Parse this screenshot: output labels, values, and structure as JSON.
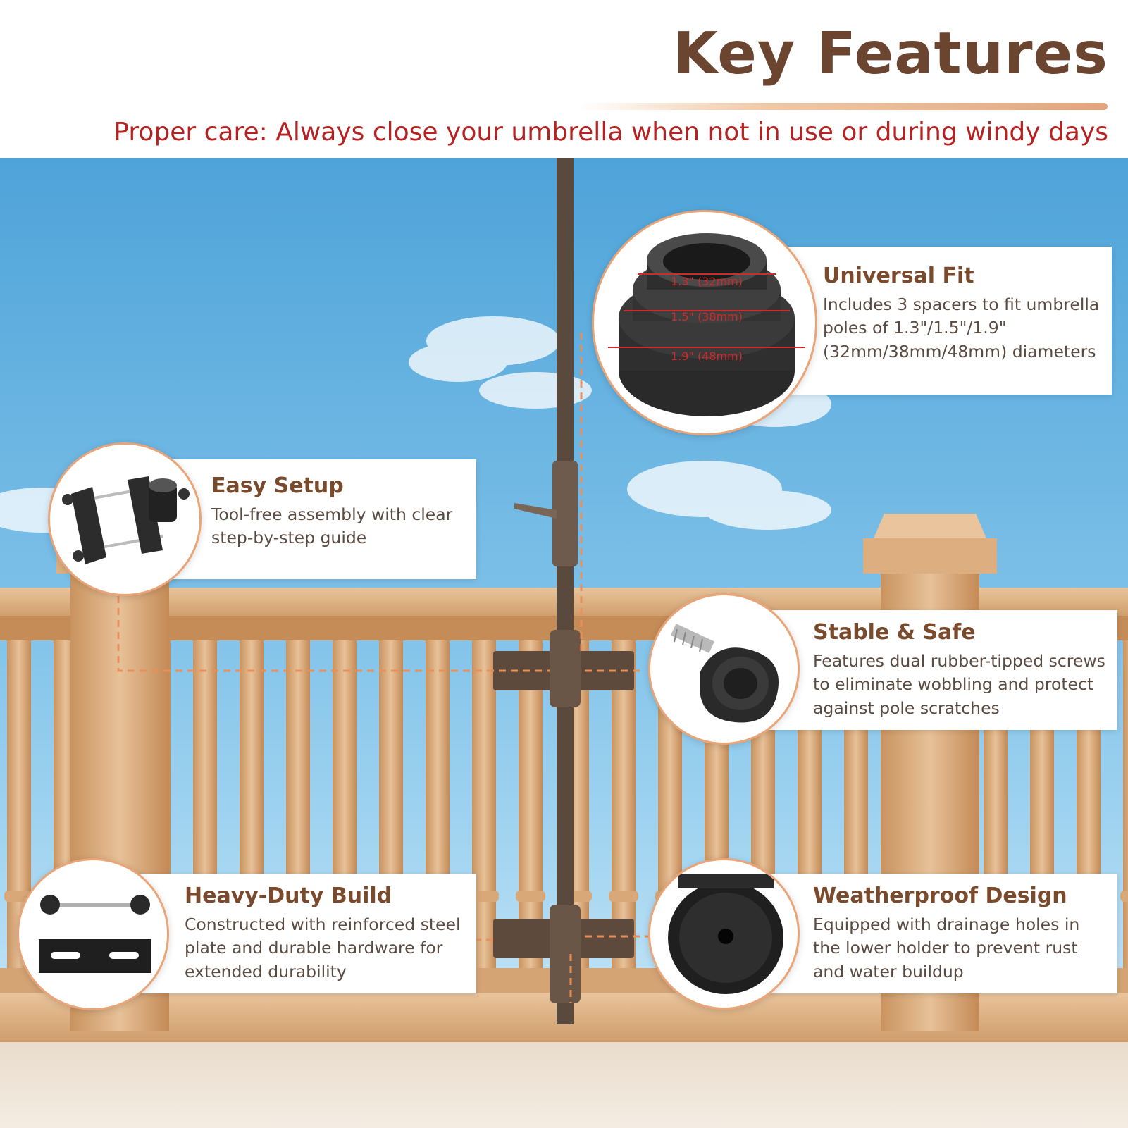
{
  "header": {
    "title": "Key Features",
    "subtitle": "Proper care: Always close your umbrella when not in use or during windy days"
  },
  "colors": {
    "title": "#6b4530",
    "subtitle": "#b52222",
    "accent": "#e9a478",
    "heading": "#7a4a2c"
  },
  "features": {
    "universal_fit": {
      "title": "Universal Fit",
      "desc": "Includes 3 spacers to fit umbrella poles of 1.3\"/1.5\"/1.9\" (32mm/38mm/48mm) diameters",
      "dims": [
        "1.3\" (32mm)",
        "1.5\" (38mm)",
        "1.9\" (48mm)"
      ]
    },
    "easy_setup": {
      "title": "Easy Setup",
      "desc": "Tool-free assembly with clear step-by-step guide"
    },
    "stable_safe": {
      "title": "Stable & Safe",
      "desc": "Features dual rubber-tipped screws to eliminate wobbling and protect against pole scratches"
    },
    "heavy_duty": {
      "title": "Heavy-Duty Build",
      "desc": "Constructed with reinforced steel plate and durable hardware for extended durability"
    },
    "weatherproof": {
      "title": "Weatherproof Design",
      "desc": "Equipped with drainage holes in the lower holder to prevent rust and water buildup"
    }
  },
  "icons": [
    "spacer-rings-icon",
    "bracket-assembly-icon",
    "knob-screw-icon",
    "steel-plate-hardware-icon",
    "drainage-hole-icon"
  ]
}
